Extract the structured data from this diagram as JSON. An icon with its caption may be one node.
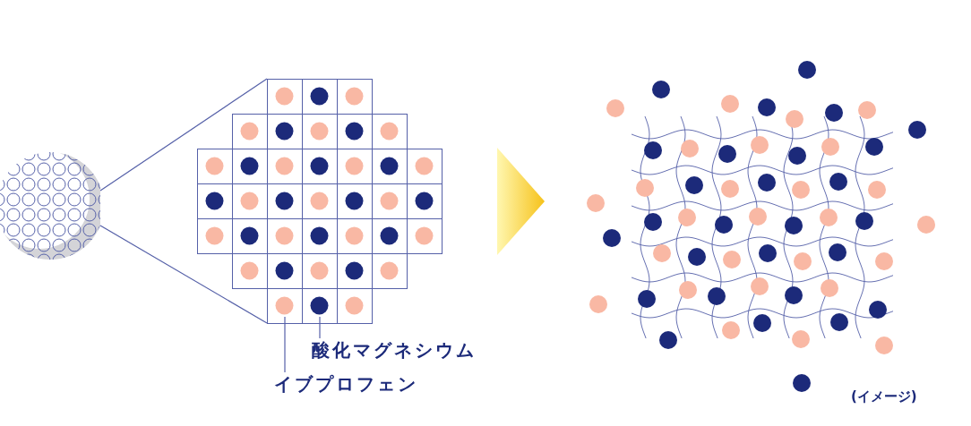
{
  "diagram": {
    "nodes": [
      {
        "text": [],
        "shape": "picture"
      },
      {
        "text": [],
        "shape": "picture"
      },
      {
        "text": [
          "酸化マグネシウム"
        ]
      },
      {
        "text": [
          "イブプロフェン"
        ]
      },
      {
        "text": [],
        "shape": "picture"
      }
    ],
    "edges": [
      {
        "from": 0,
        "to": 1,
        "arrow": "none"
      },
      {
        "from": 0,
        "to": 1,
        "arrow": "none"
      },
      {
        "from": 2,
        "to": 1,
        "arrow": "none"
      },
      {
        "from": 3,
        "to": 1,
        "arrow": "none"
      },
      {
        "from": 1,
        "to": 4,
        "arrow": "to"
      }
    ],
    "labels": [
      "(イメージ)"
    ]
  }
}
